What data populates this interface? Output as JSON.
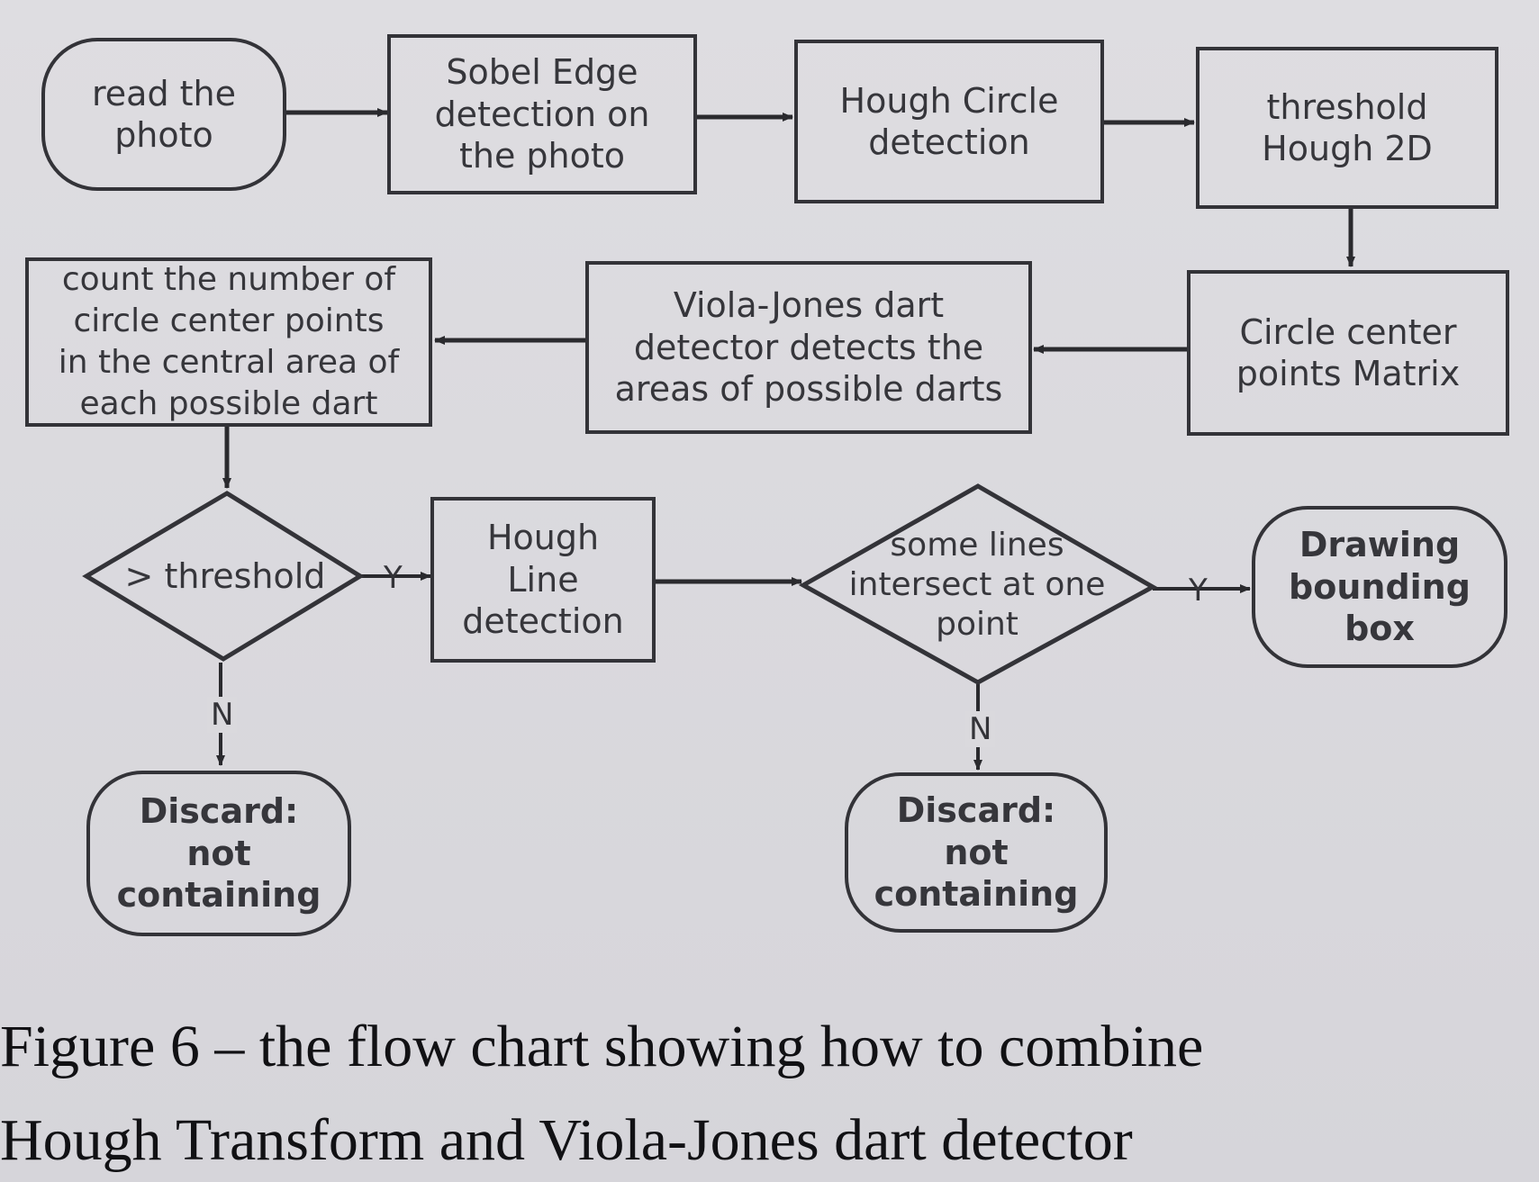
{
  "nodes": {
    "read_photo": "read the\nphoto",
    "sobel": "Sobel Edge\ndetection on\nthe photo",
    "hough_circle": "Hough Circle\ndetection",
    "threshold_hough": "threshold\nHough 2D",
    "circle_matrix": "Circle center\npoints Matrix",
    "viola_jones": "Viola-Jones dart\ndetector detects the\nareas of possible darts",
    "count_points": "count the number of\ncircle center points\nin the central area of\neach possible dart",
    "gt_threshold": "> threshold",
    "hough_line": "Hough\nLine\ndetection",
    "lines_intersect": "some lines\nintersect  at one\npoint",
    "draw_box": "Drawing\nbounding\nbox",
    "discard_1": "Discard:\nnot\ncontaining",
    "discard_2": "Discard:\nnot\ncontaining"
  },
  "edge_labels": {
    "yes_1": "Y",
    "yes_2": "Y",
    "no_1": "N",
    "no_2": "N"
  },
  "caption": {
    "line1": "Figure 6 – the flow chart showing how to combine",
    "line2": "Hough Transform and Viola-Jones dart detector"
  }
}
